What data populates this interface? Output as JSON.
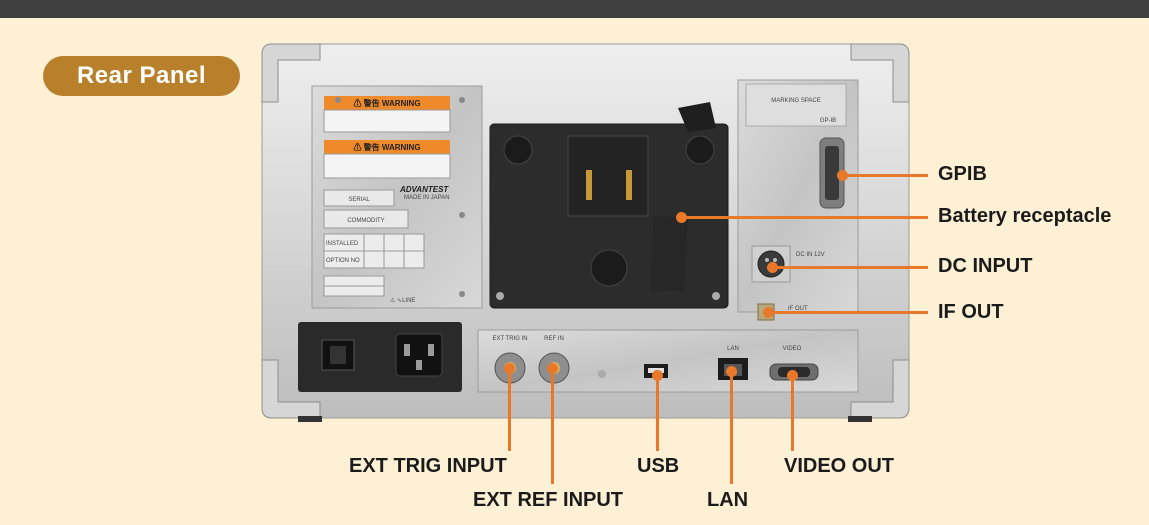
{
  "header": {
    "badge": "Rear Panel"
  },
  "callouts": {
    "gpib": "GPIB",
    "battery": "Battery receptacle",
    "dc_input": "DC INPUT",
    "if_out": "IF OUT",
    "ext_trig": "EXT TRIG INPUT",
    "ext_ref": "EXT REF INPUT",
    "usb": "USB",
    "lan": "LAN",
    "video_out": "VIDEO OUT"
  },
  "panel_text": {
    "warning1": "⚠ 警告 WARNING",
    "warning2": "⚠ 警告 WARNING",
    "brand": "ADVANTEST",
    "made_in": "MADE IN JAPAN",
    "serial": "SERIAL",
    "commodity": "COMMODITY",
    "installed": "INSTALLED",
    "option_no": "OPTION NO",
    "line_text": "⚠ ∿LINE",
    "marking_space": "MARKING SPACE",
    "gpib_small": "GP-IB",
    "dc_small": "DC IN 12V",
    "ifout_small": "IF OUT",
    "ext_trig_small": "EXT TRIG IN",
    "ref_in_small": "REF IN",
    "lan_small": "LAN",
    "video_small": "VIDEO"
  },
  "colors": {
    "accent": "#e8792a",
    "badge": "#b8802a",
    "background": "#fdf0d5",
    "topbar": "#3f3f40"
  }
}
